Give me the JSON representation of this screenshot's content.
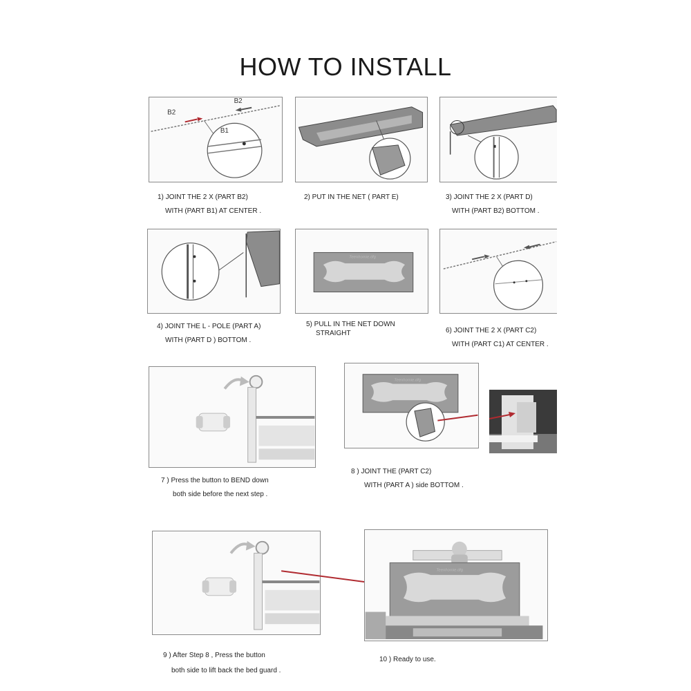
{
  "title": "HOW TO INSTALL",
  "steps": [
    {
      "line1": "1) JOINT THE 2 X  (PART B2)",
      "line2": "WITH (PART B1) AT CENTER .",
      "labels": [
        "B2",
        "B2",
        "B1"
      ]
    },
    {
      "line1": "2) PUT IN THE NET ( PART E)",
      "line2": ""
    },
    {
      "line1": "3) JOINT THE 2 X  (PART D)",
      "line2": "WITH (PART B2) BOTTOM  ."
    },
    {
      "line1": "4) JOINT THE L - POLE  (PART A)",
      "line2": "WITH (PART D ) BOTTOM  ."
    },
    {
      "line1": "5) PULL IN THE NET DOWN",
      "line2": "STRAIGHT",
      "brand": "Teenhomie.dfg"
    },
    {
      "line1": "6) JOINT THE 2 X  (PART C2)",
      "line2": "WITH (PART C1) AT CENTER ."
    },
    {
      "line1": "7 ) Press the button to  BEND  down",
      "line2": "both side before the next step ."
    },
    {
      "line1": "8 ) JOINT THE  (PART C2)",
      "line2": "WITH (PART A ) side BOTTOM  .",
      "brand": "Teenhomie.dfg"
    },
    {
      "line1": "9 ) After Step 8 , Press the button",
      "line2": "both side  to lift back the bed guard ."
    },
    {
      "line1": "10 ) Ready to use.",
      "line2": "",
      "brand": "Teenhomie.dfg"
    }
  ],
  "colors": {
    "arrow_red": "#b02a30",
    "line": "#555555",
    "net_gray": "#8c8c8c"
  }
}
